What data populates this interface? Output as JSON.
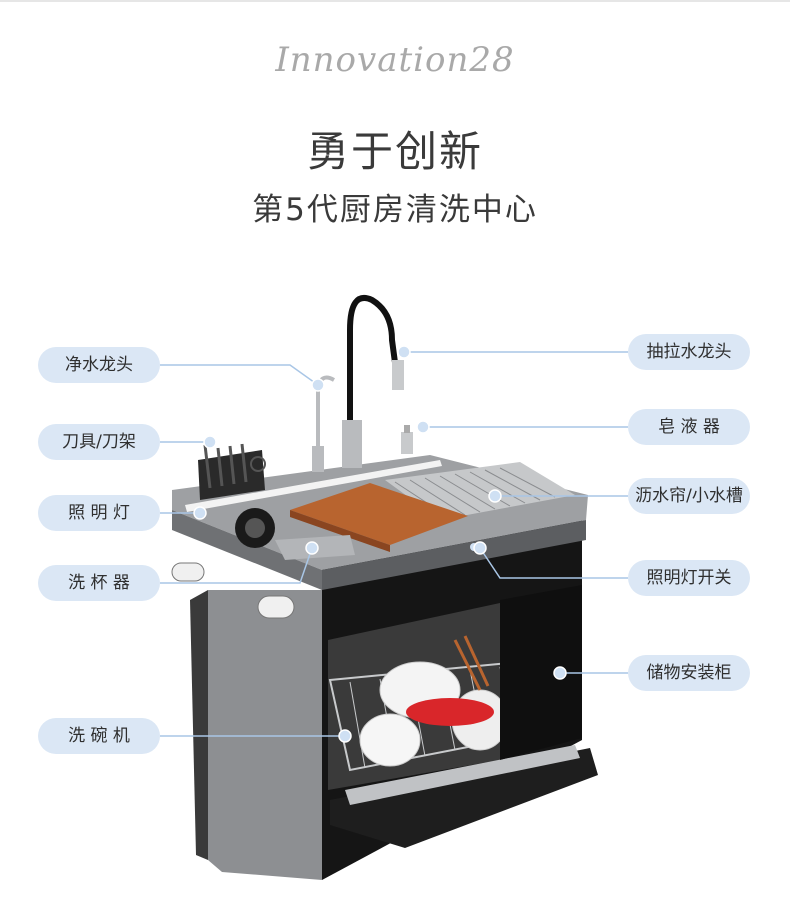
{
  "header": {
    "script_text": "Innovation28",
    "title": "勇于创新",
    "subtitle": "第5代厨房清洗中心"
  },
  "callouts": {
    "left": [
      {
        "label": "净水龙头"
      },
      {
        "label": "刀具/刀架"
      },
      {
        "label": "照 明 灯"
      },
      {
        "label": "洗 杯 器"
      },
      {
        "label": "洗 碗 机"
      }
    ],
    "right": [
      {
        "label": "抽拉水龙头"
      },
      {
        "label": "皂 液 器"
      },
      {
        "label": "沥水帘/小水槽"
      },
      {
        "label": "照明灯开关"
      },
      {
        "label": "储物安装柜"
      }
    ]
  },
  "colors": {
    "pill_bg": "#dbe7f5",
    "leader_line": "#a9c6e6",
    "dot": "#cfe0f3",
    "cabinet_steel": "#8d8f92",
    "cabinet_black": "#151515",
    "cutting_board": "#b8642f",
    "dish_red": "#d9262a"
  }
}
